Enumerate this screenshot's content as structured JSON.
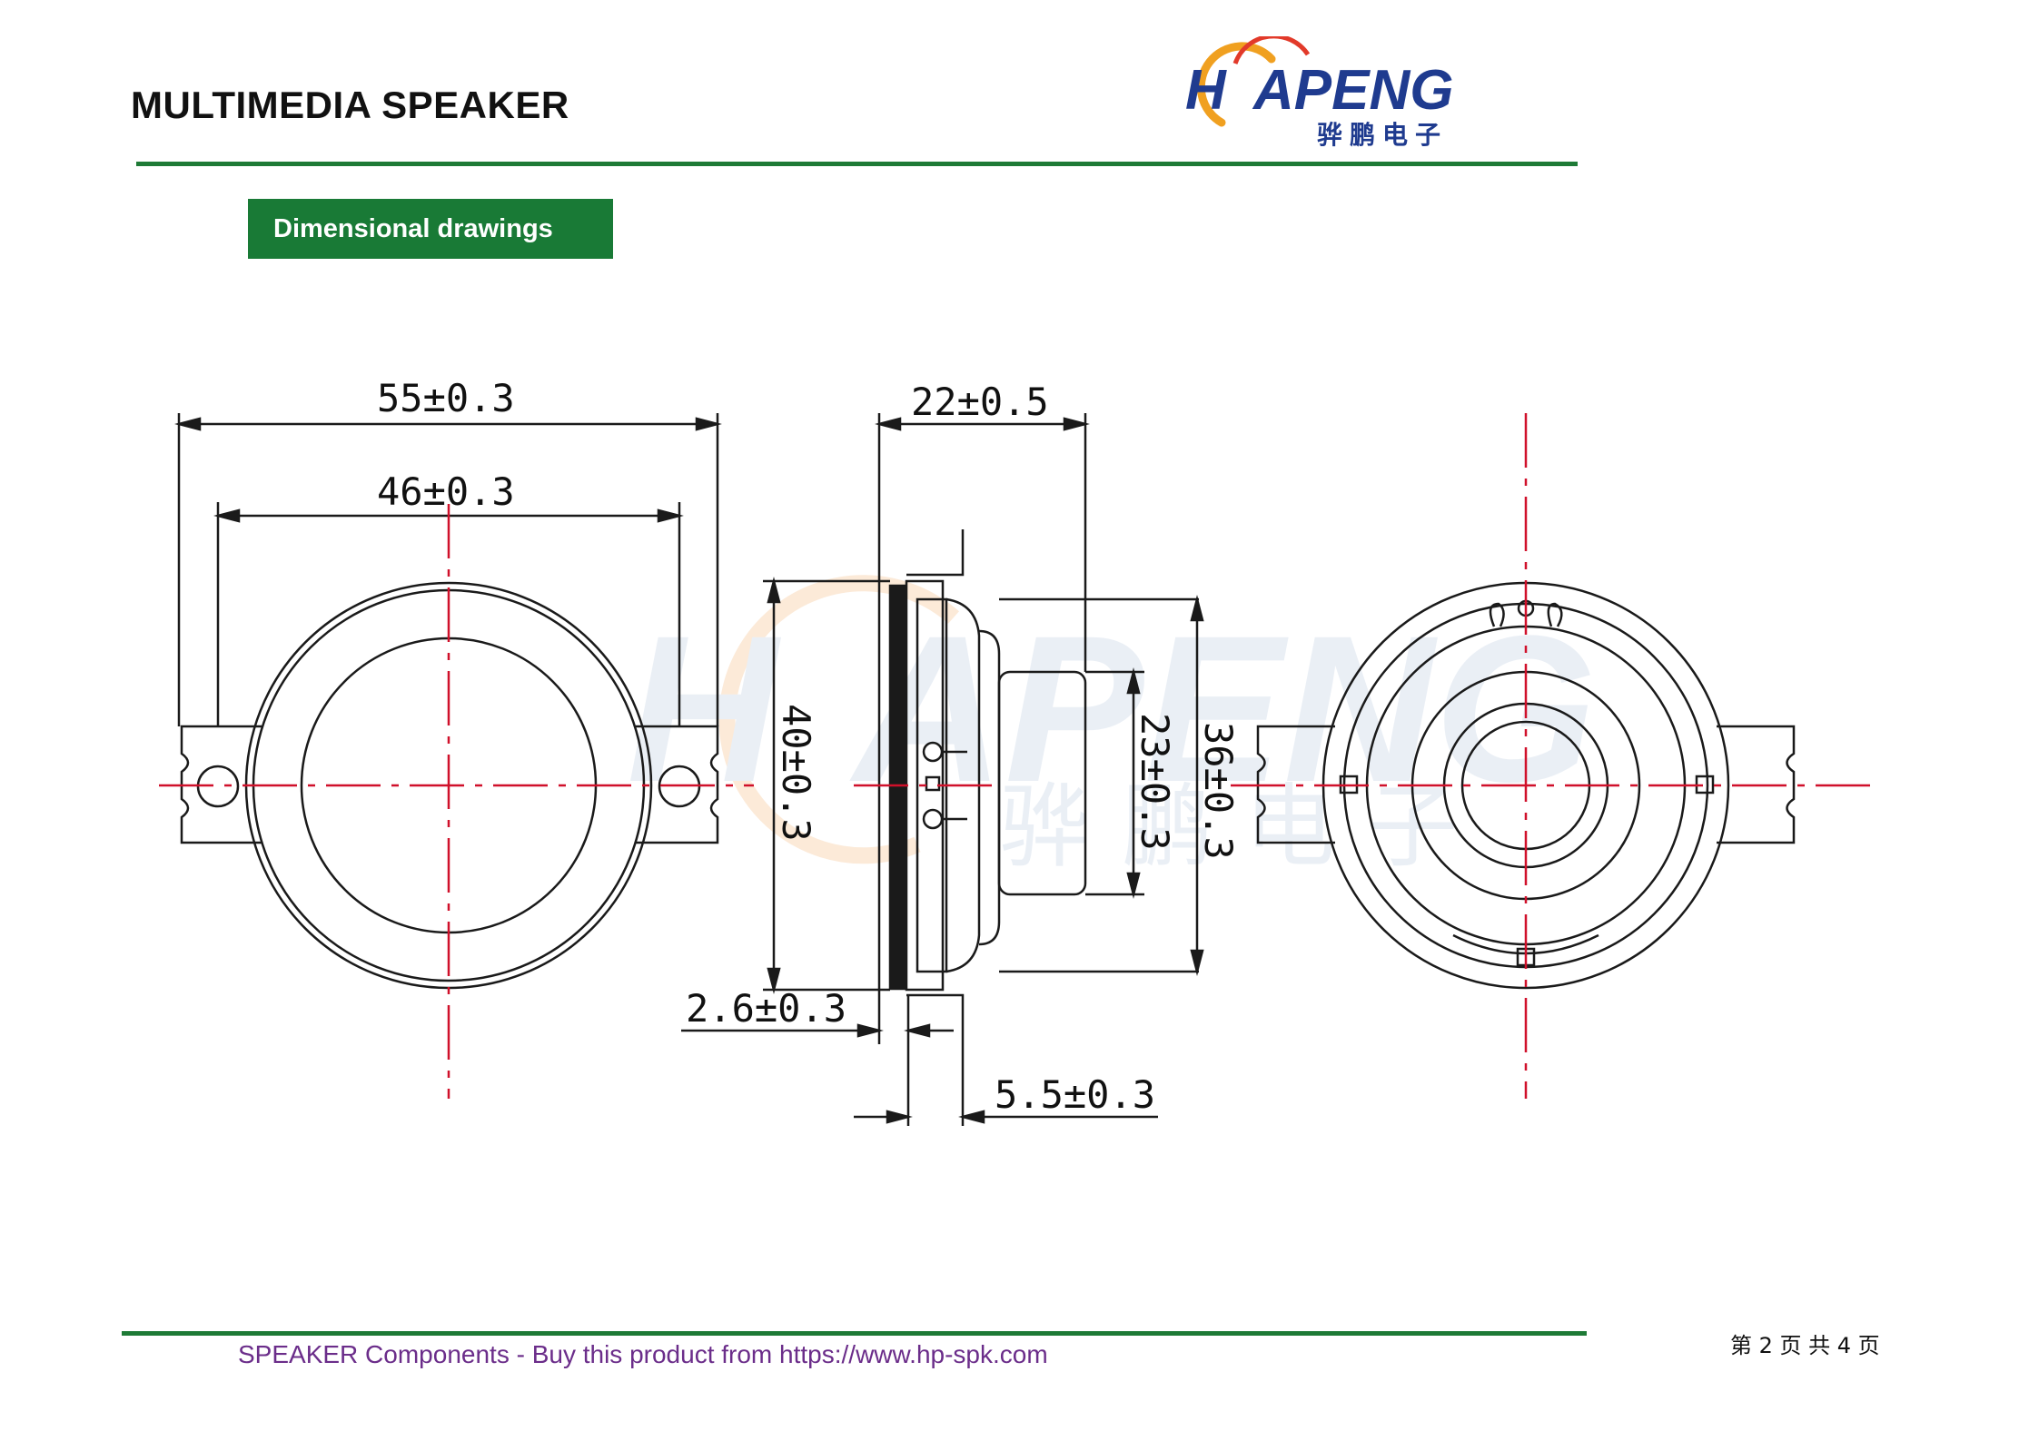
{
  "header": {
    "title": "MULTIMEDIA SPEAKER",
    "logo": {
      "text": "HUAPENG",
      "subtitle": "骅鹏电子",
      "brand_color": "#1f3b8f",
      "accent_color": "#f0a020"
    }
  },
  "section": {
    "label": "Dimensional drawings",
    "color": "#197a36"
  },
  "dimensions": {
    "outer_width": "55±0.3",
    "mount_hole_spacing": "46±0.3",
    "depth": "22±0.5",
    "front_diameter": "40±0.3",
    "magnet_diameter": "23±0.3",
    "basket_diameter": "36±0.3",
    "flange_thickness": "2.6±0.3",
    "mount_offset": "5.5±0.3"
  },
  "footer": {
    "text": "SPEAKER Components - Buy this product from https://www.hp-spk.com",
    "page_indicator": "第 2 页 共 4 页"
  },
  "colors": {
    "rule": "#1e7a36",
    "centerline": "#d0102a",
    "line": "#1a1a1a",
    "watermark": "#dfe6ef"
  }
}
